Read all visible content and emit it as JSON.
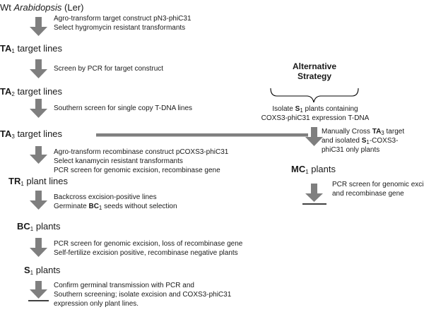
{
  "stages": {
    "wt": {
      "prefix": "Wt ",
      "italic": "Arabidopsis",
      "suffix": " (Ler)"
    },
    "ta1": {
      "main": "TA",
      "sub": "1",
      "rest": " target lines"
    },
    "ta2": {
      "main": "TA",
      "sub": "2",
      "rest": " target lines"
    },
    "ta3": {
      "main": "TA",
      "sub": "3",
      "rest": " target lines"
    },
    "tr1": {
      "main": "TR",
      "sub": "1",
      "rest": " plant lines"
    },
    "bc1": {
      "main": "BC",
      "sub": "1",
      "rest": " plants"
    },
    "s1": {
      "main": "S",
      "sub": "1",
      "rest": " plants"
    },
    "mc1": {
      "main": "MC",
      "sub": "1",
      "rest": " plants"
    }
  },
  "steps": {
    "step1": [
      "Agro-transform target construct pN3-phiC31",
      "Select hygromycin resistant transformants"
    ],
    "step2": [
      "Screen by PCR for target construct"
    ],
    "step3": [
      "Southern screen for single copy T-DNA lines"
    ],
    "step4": [
      "Agro-transform recombinase construct pCOXS3-phiC31",
      "Select kanamycin resistant transformants",
      "PCR screen for genomic excision, recombinase gene"
    ],
    "step5_line1": "Backcross excision-positive lines",
    "step5_line2": {
      "pre": "Germinate ",
      "bold": "BC",
      "sub": "1",
      "post": " seeds without selection"
    },
    "step6": [
      "PCR screen for genomic excision, loss of recombinase gene",
      "Self-fertilize excision positive, recombinase negative plants"
    ],
    "step7": [
      "Confirm germinal transmission with PCR and",
      "Southern screening; isolate excision and COXS3-phiC31",
      "expression only plant lines."
    ]
  },
  "alternative": {
    "heading_line1": "Alternative",
    "heading_line2": "Strategy",
    "isolate": {
      "pre": "Isolate ",
      "bold": "S",
      "sub": "1",
      "post": " plants containing"
    },
    "isolate_line2": "COXS3-phiC31  expression T-DNA",
    "cross_line1": {
      "pre": "Manually Cross ",
      "bold": "TA",
      "sub": "3",
      "post": " target"
    },
    "cross_line2": {
      "pre": "and isolated ",
      "bold": "S",
      "sub": "1",
      "post": "-COXS3-"
    },
    "cross_line3": "phiC31 only plants",
    "pcr": [
      "PCR screen for genomic excision",
      "and recombinase gene"
    ]
  },
  "colors": {
    "arrow": "#7f7f7f",
    "text": "#1a1a1a",
    "line": "#000000"
  }
}
